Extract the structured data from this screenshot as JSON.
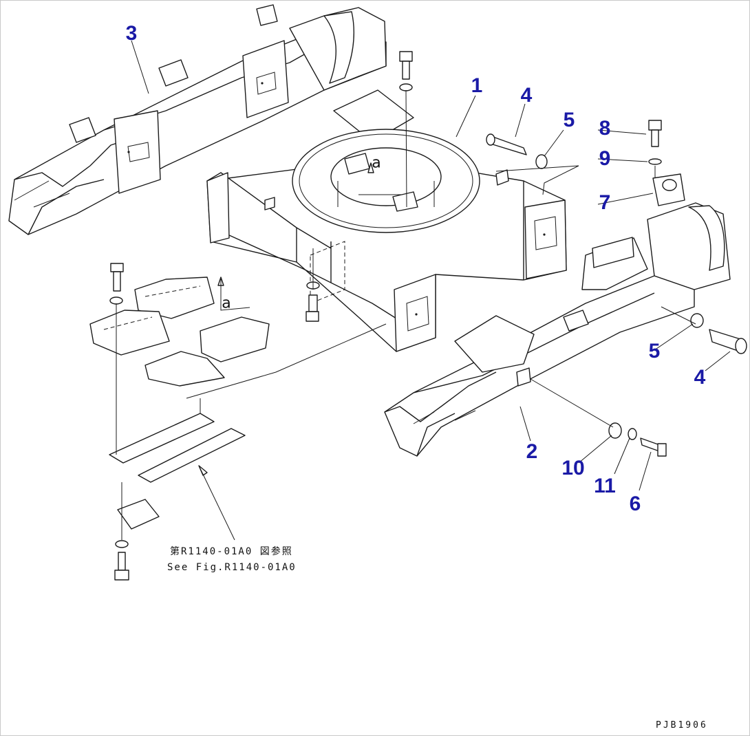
{
  "callouts": [
    {
      "id": "c1",
      "text": "1"
    },
    {
      "id": "c2",
      "text": "2"
    },
    {
      "id": "c3",
      "text": "3"
    },
    {
      "id": "c4a",
      "text": "4"
    },
    {
      "id": "c4b",
      "text": "4"
    },
    {
      "id": "c5a",
      "text": "5"
    },
    {
      "id": "c5b",
      "text": "5"
    },
    {
      "id": "c6",
      "text": "6"
    },
    {
      "id": "c7",
      "text": "7"
    },
    {
      "id": "c8",
      "text": "8"
    },
    {
      "id": "c9",
      "text": "9"
    },
    {
      "id": "c10",
      "text": "10"
    },
    {
      "id": "c11",
      "text": "11"
    }
  ],
  "view_markers": {
    "top": "a",
    "left": "a"
  },
  "reference_note": {
    "line1": "第R1140-01A0 図参照",
    "line2": "See Fig.R1140-01A0"
  },
  "drawing_code": "PJB1906",
  "colors": {
    "callout": "#1a1aa6",
    "line": "#1b1b1b",
    "background": "#ffffff"
  }
}
